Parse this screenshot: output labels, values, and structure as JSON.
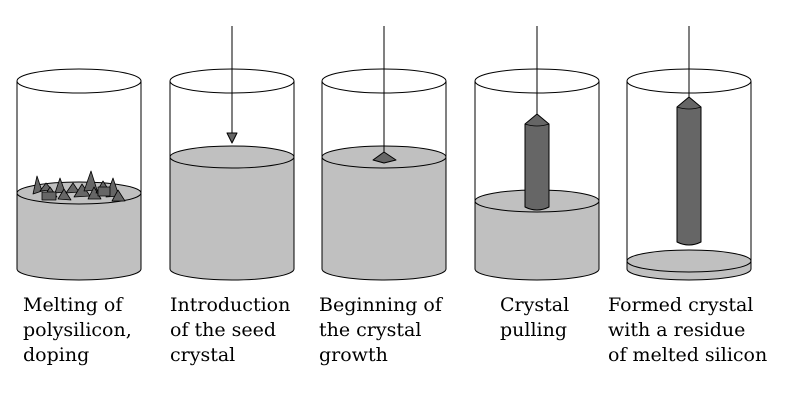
{
  "stages": [
    {
      "lines": [
        "Melting of",
        "polysilicon,",
        "doping"
      ]
    },
    {
      "lines": [
        "Introduction",
        "of the seed",
        "crystal"
      ]
    },
    {
      "lines": [
        "Beginning of",
        "the crystal",
        "growth"
      ]
    },
    {
      "lines": [
        "Crystal",
        "pulling"
      ]
    },
    {
      "lines": [
        "Formed crystal",
        "with a residue",
        "of melted silicon"
      ]
    }
  ],
  "colors": {
    "melt": "#c0c0c0",
    "crystal": "#666666",
    "outline": "#000000",
    "background": "#ffffff"
  }
}
